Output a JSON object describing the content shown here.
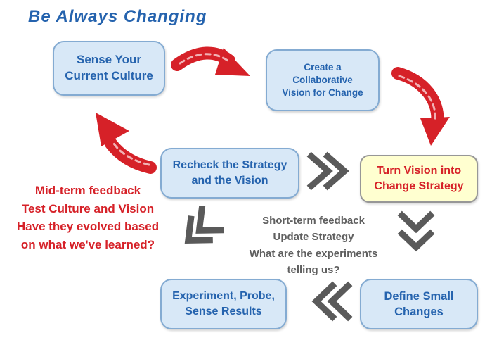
{
  "title": "Be Always Changing",
  "boxes": {
    "sense": "Sense Your\nCurrent Culture",
    "vision": "Create a Collaborative\nVision for Change",
    "turn": "Turn Vision into\nChange Strategy",
    "recheck": "Recheck the Strategy\nand the Vision",
    "define": "Define Small\nChanges",
    "experiment": "Experiment, Probe,\nSense Results"
  },
  "annotations": {
    "midterm": "Mid-term feedback\nTest Culture and Vision\nHave they evolved based\non what we've learned?",
    "shortterm": "Short-term feedback\nUpdate Strategy\nWhat are the experiments\ntelling us?"
  },
  "icons": {
    "red_arrow_top": "red-doodle-arrow-right",
    "red_arrow_right": "red-doodle-arrow-down",
    "red_arrow_left": "red-doodle-arrow-upleft",
    "chevron_right": "double-chevron-right",
    "chevron_down": "double-chevron-down",
    "chevron_left": "double-chevron-left",
    "chevron_upleft": "double-chevron-upleft"
  },
  "colors": {
    "title_blue": "#2563ae",
    "box_blue_bg": "#d8e8f7",
    "box_blue_border": "#84abd2",
    "box_yellow_bg": "#ffffd0",
    "box_yellow_border": "#979797",
    "red": "#d62128",
    "gray": "#5a5a5a",
    "background": "#ffffff"
  }
}
